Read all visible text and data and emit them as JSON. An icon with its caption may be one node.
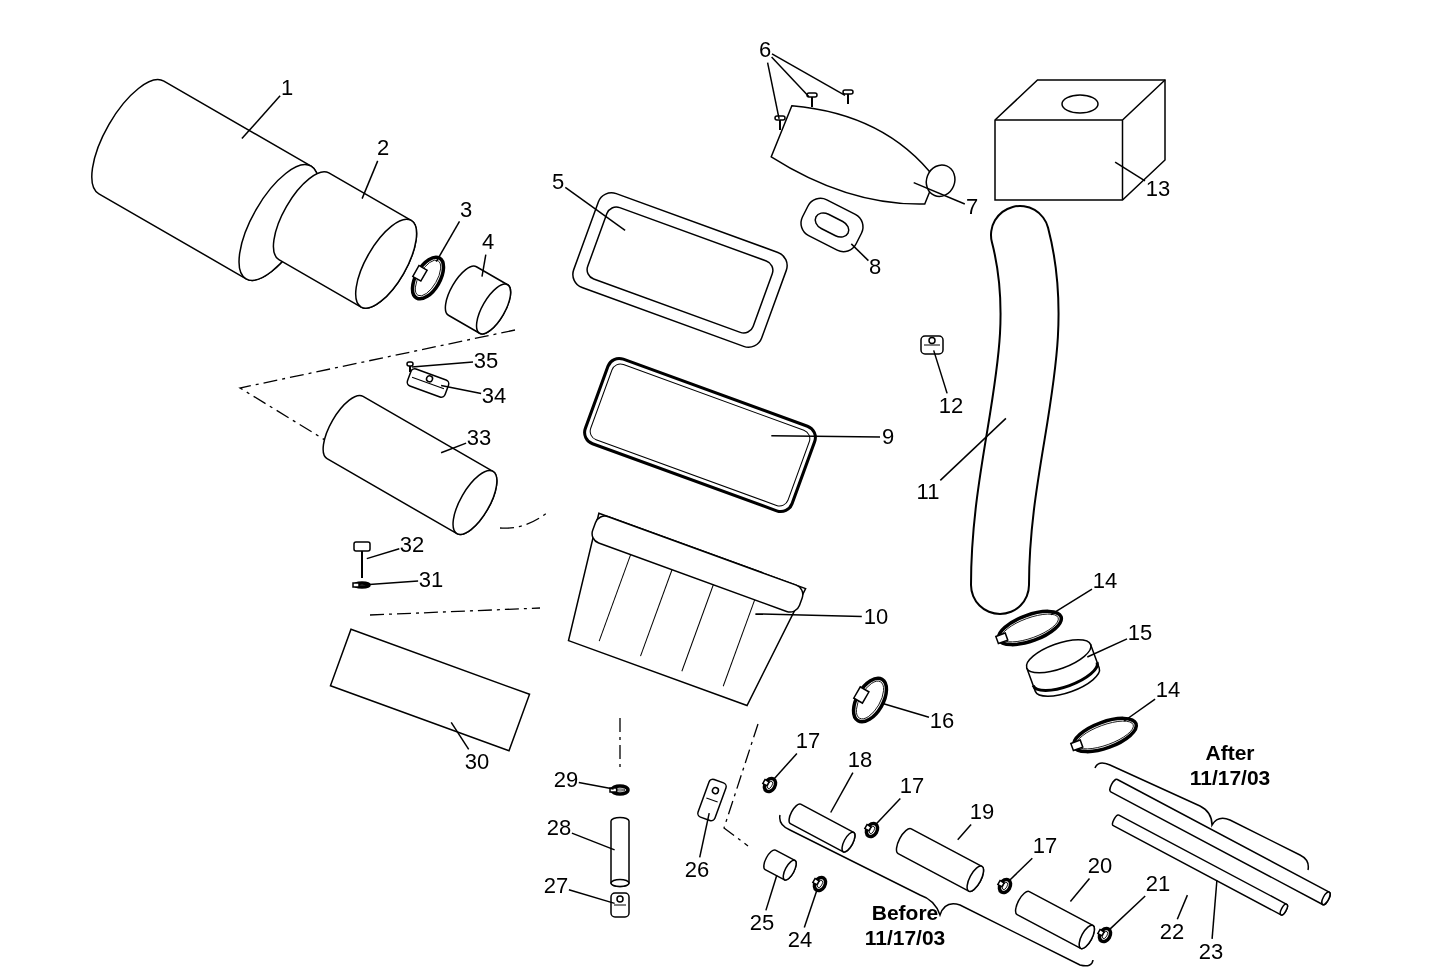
{
  "diagram": {
    "nodes": [
      {
        "text": [
          "1"
        ]
      },
      {
        "text": [],
        "shape": "picture"
      },
      {
        "text": [
          "2"
        ]
      },
      {
        "text": [],
        "shape": "picture"
      },
      {
        "text": [
          "3"
        ]
      },
      {
        "text": [],
        "shape": "picture"
      },
      {
        "text": [
          "4"
        ]
      },
      {
        "text": [],
        "shape": "picture"
      },
      {
        "text": [
          "5"
        ]
      },
      {
        "text": [],
        "shape": "picture"
      },
      {
        "text": [
          "6"
        ]
      },
      {
        "text": [],
        "shape": "picture"
      },
      {
        "text": [],
        "shape": "picture"
      },
      {
        "text": [],
        "shape": "picture"
      },
      {
        "text": [
          "7"
        ]
      },
      {
        "text": [],
        "shape": "picture"
      },
      {
        "text": [
          "8"
        ]
      },
      {
        "text": [],
        "shape": "picture"
      },
      {
        "text": [
          "9"
        ]
      },
      {
        "text": [],
        "shape": "picture"
      },
      {
        "text": [
          "10"
        ]
      },
      {
        "text": [],
        "shape": "picture"
      },
      {
        "text": [
          "11"
        ]
      },
      {
        "text": [],
        "shape": "picture"
      },
      {
        "text": [
          "12"
        ]
      },
      {
        "text": [],
        "shape": "picture"
      },
      {
        "text": [
          "13"
        ]
      },
      {
        "text": [],
        "shape": "picture"
      },
      {
        "text": [
          "14"
        ]
      },
      {
        "text": [],
        "shape": "picture"
      },
      {
        "text": [
          "15"
        ]
      },
      {
        "text": [],
        "shape": "picture"
      },
      {
        "text": [
          "14"
        ]
      },
      {
        "text": [],
        "shape": "picture"
      },
      {
        "text": [
          "16"
        ]
      },
      {
        "text": [],
        "shape": "picture"
      },
      {
        "text": [
          "17"
        ]
      },
      {
        "text": [],
        "shape": "picture"
      },
      {
        "text": [
          "18"
        ]
      },
      {
        "text": [],
        "shape": "picture"
      },
      {
        "text": [
          "17"
        ]
      },
      {
        "text": [],
        "shape": "picture"
      },
      {
        "text": [
          "19"
        ]
      },
      {
        "text": [],
        "shape": "picture"
      },
      {
        "text": [
          "17"
        ]
      },
      {
        "text": [],
        "shape": "picture"
      },
      {
        "text": [
          "20"
        ]
      },
      {
        "text": [],
        "shape": "picture"
      },
      {
        "text": [
          "21"
        ]
      },
      {
        "text": [],
        "shape": "picture"
      },
      {
        "text": [
          "22"
        ]
      },
      {
        "text": [],
        "shape": "picture"
      },
      {
        "text": [
          "23"
        ]
      },
      {
        "text": [],
        "shape": "picture"
      },
      {
        "text": [
          "24"
        ]
      },
      {
        "text": [],
        "shape": "picture"
      },
      {
        "text": [
          "25"
        ]
      },
      {
        "text": [],
        "shape": "picture"
      },
      {
        "text": [
          "26"
        ]
      },
      {
        "text": [],
        "shape": "picture"
      },
      {
        "text": [
          "27"
        ]
      },
      {
        "text": [],
        "shape": "picture"
      },
      {
        "text": [
          "28"
        ]
      },
      {
        "text": [],
        "shape": "picture"
      },
      {
        "text": [
          "29"
        ]
      },
      {
        "text": [],
        "shape": "picture"
      },
      {
        "text": [
          "30"
        ]
      },
      {
        "text": [],
        "shape": "picture"
      },
      {
        "text": [
          "31"
        ]
      },
      {
        "text": [],
        "shape": "picture"
      },
      {
        "text": [
          "32"
        ]
      },
      {
        "text": [],
        "shape": "picture"
      },
      {
        "text": [
          "33"
        ]
      },
      {
        "text": [],
        "shape": "picture"
      },
      {
        "text": [
          "34"
        ]
      },
      {
        "text": [],
        "shape": "picture"
      },
      {
        "text": [
          "35"
        ]
      },
      {
        "text": [],
        "shape": "picture"
      }
    ],
    "edges": [
      {
        "from": 0,
        "to": 1,
        "arrow": "none"
      },
      {
        "from": 2,
        "to": 3,
        "arrow": "none"
      },
      {
        "from": 4,
        "to": 5,
        "arrow": "none"
      },
      {
        "from": 6,
        "to": 7,
        "arrow": "none"
      },
      {
        "from": 8,
        "to": 9,
        "arrow": "none"
      },
      {
        "from": 10,
        "to": 11,
        "arrow": "none"
      },
      {
        "from": 10,
        "to": 12,
        "arrow": "none"
      },
      {
        "from": 10,
        "to": 13,
        "arrow": "none"
      },
      {
        "from": 14,
        "to": 15,
        "arrow": "none"
      },
      {
        "from": 16,
        "to": 17,
        "arrow": "none"
      },
      {
        "from": 18,
        "to": 19,
        "arrow": "none"
      },
      {
        "from": 20,
        "to": 21,
        "arrow": "none"
      },
      {
        "from": 22,
        "to": 23,
        "arrow": "none"
      },
      {
        "from": 24,
        "to": 25,
        "arrow": "none"
      },
      {
        "from": 26,
        "to": 27,
        "arrow": "none"
      },
      {
        "from": 28,
        "to": 29,
        "arrow": "none"
      },
      {
        "from": 30,
        "to": 31,
        "arrow": "none"
      },
      {
        "from": 32,
        "to": 33,
        "arrow": "none"
      },
      {
        "from": 34,
        "to": 35,
        "arrow": "none"
      },
      {
        "from": 36,
        "to": 37,
        "arrow": "none"
      },
      {
        "from": 38,
        "to": 39,
        "arrow": "none"
      },
      {
        "from": 40,
        "to": 41,
        "arrow": "none"
      },
      {
        "from": 42,
        "to": 43,
        "arrow": "none"
      },
      {
        "from": 44,
        "to": 45,
        "arrow": "none"
      },
      {
        "from": 46,
        "to": 47,
        "arrow": "none"
      },
      {
        "from": 48,
        "to": 49,
        "arrow": "none"
      },
      {
        "from": 50,
        "to": 51,
        "arrow": "none"
      },
      {
        "from": 52,
        "to": 53,
        "arrow": "none"
      },
      {
        "from": 54,
        "to": 55,
        "arrow": "none"
      },
      {
        "from": 56,
        "to": 57,
        "arrow": "none"
      },
      {
        "from": 58,
        "to": 59,
        "arrow": "none"
      },
      {
        "from": 60,
        "to": 61,
        "arrow": "none"
      },
      {
        "from": 62,
        "to": 63,
        "arrow": "none"
      },
      {
        "from": 64,
        "to": 65,
        "arrow": "none"
      },
      {
        "from": 66,
        "to": 67,
        "arrow": "none"
      },
      {
        "from": 68,
        "to": 69,
        "arrow": "none"
      },
      {
        "from": 70,
        "to": 71,
        "arrow": "none"
      },
      {
        "from": 72,
        "to": 73,
        "arrow": "none"
      },
      {
        "from": 74,
        "to": 75,
        "arrow": "none"
      },
      {
        "from": 76,
        "to": 77,
        "arrow": "none"
      }
    ],
    "labels": [
      "After 11/17/03",
      "Before 11/17/03"
    ]
  }
}
